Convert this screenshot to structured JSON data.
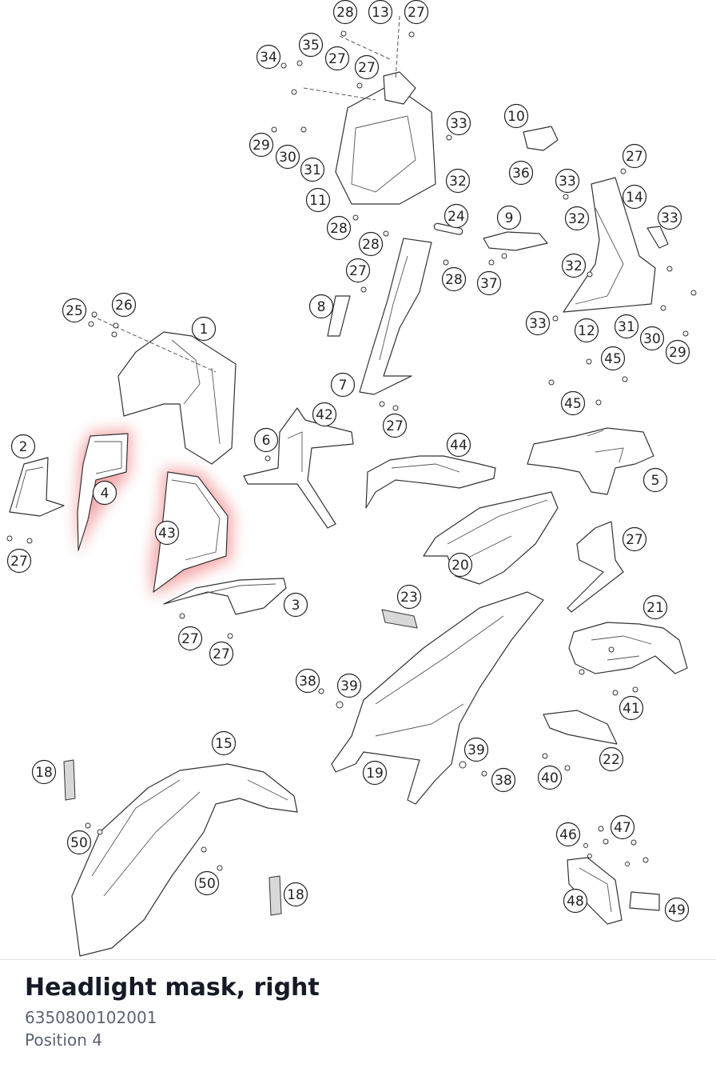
{
  "part": {
    "title": "Headlight mask, right",
    "number": "6350800102001",
    "position": "Position 4"
  },
  "highlight_color": "#e8454a",
  "callouts": [
    "28",
    "13",
    "27",
    "34",
    "35",
    "27",
    "27",
    "33",
    "10",
    "29",
    "30",
    "31",
    "11",
    "32",
    "36",
    "27",
    "33",
    "28",
    "14",
    "33",
    "24",
    "9",
    "32",
    "28",
    "27",
    "28",
    "37",
    "32",
    "8",
    "33",
    "12",
    "31",
    "30",
    "29",
    "45",
    "25",
    "26",
    "1",
    "45",
    "7",
    "27",
    "2",
    "4",
    "27",
    "6",
    "42",
    "44",
    "5",
    "43",
    "27",
    "20",
    "3",
    "23",
    "21",
    "27",
    "27",
    "38",
    "39",
    "41",
    "15",
    "39",
    "22",
    "18",
    "19",
    "38",
    "40",
    "47",
    "46",
    "50",
    "50",
    "48",
    "49",
    "18"
  ]
}
